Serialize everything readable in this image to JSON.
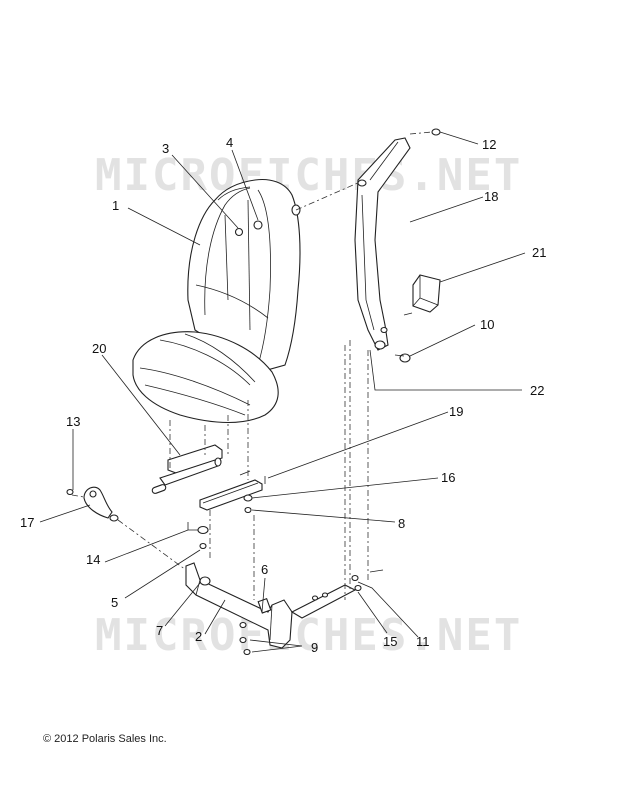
{
  "watermark": "MICROFICHES.NET",
  "copyright": "© 2012 Polaris Sales Inc.",
  "callouts": [
    {
      "id": "1",
      "label": "1"
    },
    {
      "id": "2",
      "label": "2"
    },
    {
      "id": "3",
      "label": "3"
    },
    {
      "id": "4",
      "label": "4"
    },
    {
      "id": "5",
      "label": "5"
    },
    {
      "id": "6",
      "label": "6"
    },
    {
      "id": "7",
      "label": "7"
    },
    {
      "id": "8",
      "label": "8"
    },
    {
      "id": "9",
      "label": "9"
    },
    {
      "id": "10",
      "label": "10"
    },
    {
      "id": "11",
      "label": "11"
    },
    {
      "id": "12",
      "label": "12"
    },
    {
      "id": "13",
      "label": "13"
    },
    {
      "id": "14",
      "label": "14"
    },
    {
      "id": "15",
      "label": "15"
    },
    {
      "id": "16",
      "label": "16"
    },
    {
      "id": "17",
      "label": "17"
    },
    {
      "id": "18",
      "label": "18"
    },
    {
      "id": "19",
      "label": "19"
    },
    {
      "id": "20",
      "label": "20"
    },
    {
      "id": "21",
      "label": "21"
    },
    {
      "id": "22",
      "label": "22"
    }
  ]
}
